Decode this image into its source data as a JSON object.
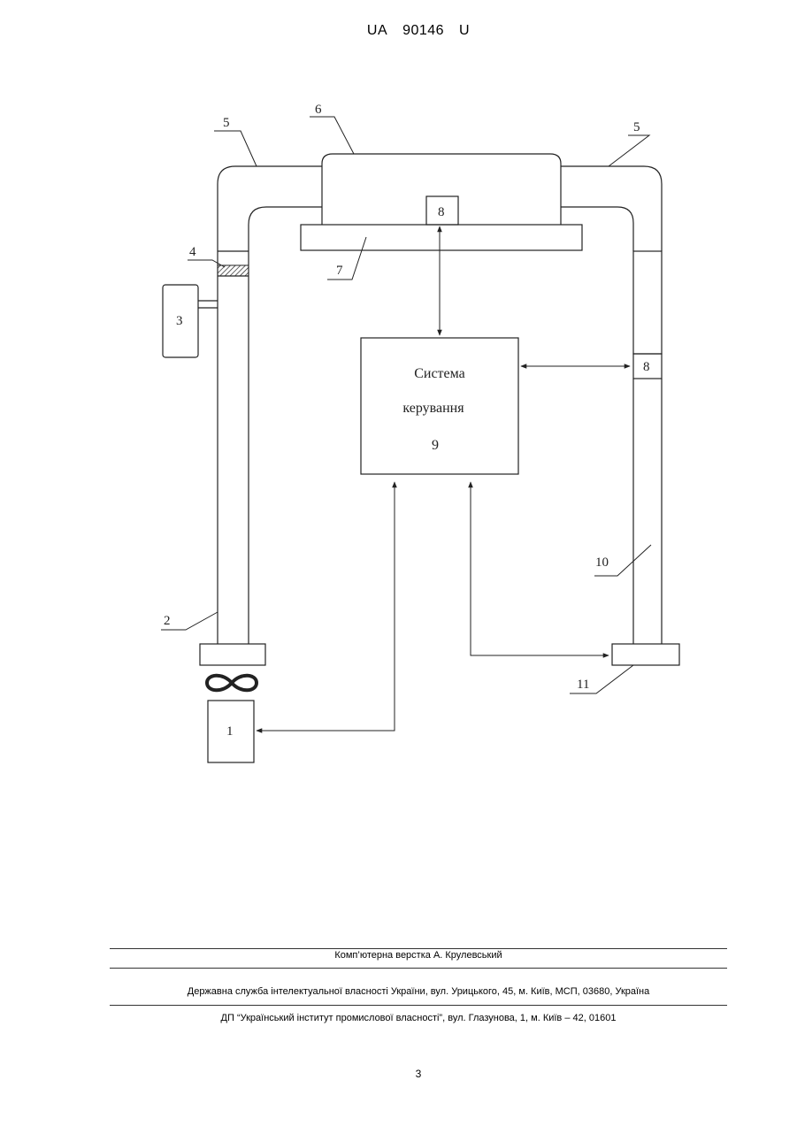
{
  "header": {
    "country": "UA",
    "number": "90146",
    "kind": "U"
  },
  "diagram": {
    "labels": {
      "n1": "1",
      "n2": "2",
      "n3": "3",
      "n4": "4",
      "n5_left": "5",
      "n5_right": "5",
      "n6": "6",
      "n7": "7",
      "n8_top": "8",
      "n8_right": "8",
      "n10": "10",
      "n11": "11"
    },
    "control_system": {
      "line1": "Система",
      "line2": "керування",
      "number": "9"
    }
  },
  "footer": {
    "typesetting": "Комп’ютерна верстка А. Крулевський",
    "agency": "Державна служба інтелектуальної власності України, вул. Урицького, 45, м. Київ, МСП, 03680, Україна",
    "institute": "ДП “Український інститут промислової власності”, вул. Глазунова, 1, м. Київ – 42, 01601"
  },
  "page_number": "3"
}
